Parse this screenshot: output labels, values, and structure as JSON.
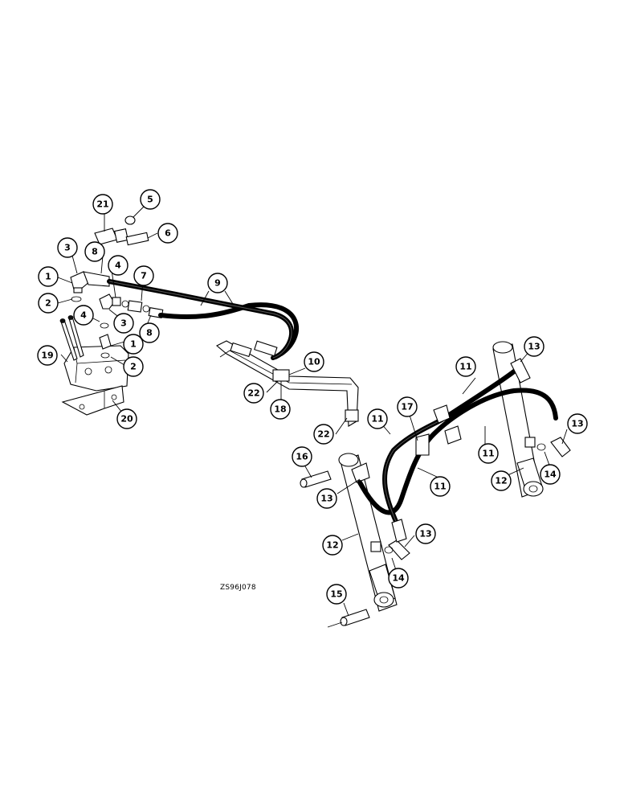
{
  "figure": {
    "drawing_code": "ZS96J078"
  },
  "callouts": [
    {
      "id": "c1a",
      "label": "1"
    },
    {
      "id": "c1b",
      "label": "1"
    },
    {
      "id": "c2a",
      "label": "2"
    },
    {
      "id": "c2b",
      "label": "2"
    },
    {
      "id": "c3a",
      "label": "3"
    },
    {
      "id": "c3b",
      "label": "3"
    },
    {
      "id": "c4a",
      "label": "4"
    },
    {
      "id": "c4b",
      "label": "4"
    },
    {
      "id": "c5",
      "label": "5"
    },
    {
      "id": "c6",
      "label": "6"
    },
    {
      "id": "c7",
      "label": "7"
    },
    {
      "id": "c8a",
      "label": "8"
    },
    {
      "id": "c8b",
      "label": "8"
    },
    {
      "id": "c9",
      "label": "9"
    },
    {
      "id": "c10",
      "label": "10"
    },
    {
      "id": "c11a",
      "label": "11"
    },
    {
      "id": "c11b",
      "label": "11"
    },
    {
      "id": "c11c",
      "label": "11"
    },
    {
      "id": "c11d",
      "label": "11"
    },
    {
      "id": "c12a",
      "label": "12"
    },
    {
      "id": "c12b",
      "label": "12"
    },
    {
      "id": "c13a",
      "label": "13"
    },
    {
      "id": "c13b",
      "label": "13"
    },
    {
      "id": "c13c",
      "label": "13"
    },
    {
      "id": "c13d",
      "label": "13"
    },
    {
      "id": "c14a",
      "label": "14"
    },
    {
      "id": "c14b",
      "label": "14"
    },
    {
      "id": "c15",
      "label": "15"
    },
    {
      "id": "c16",
      "label": "16"
    },
    {
      "id": "c17",
      "label": "17"
    },
    {
      "id": "c18",
      "label": "18"
    },
    {
      "id": "c19",
      "label": "19"
    },
    {
      "id": "c20",
      "label": "20"
    },
    {
      "id": "c21",
      "label": "21"
    },
    {
      "id": "c22a",
      "label": "22"
    },
    {
      "id": "c22b",
      "label": "22"
    }
  ]
}
